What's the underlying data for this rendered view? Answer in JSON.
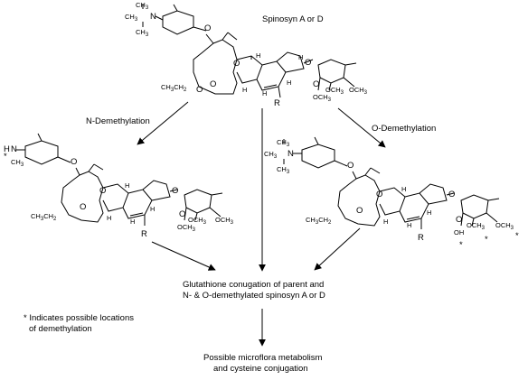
{
  "title": "Spinosyn A or D",
  "steps": {
    "n_demethylation": "N-Demethylation",
    "o_demethylation": "O-Demethylation",
    "glutathione_line1": "Glutathione conugation of parent and",
    "glutathione_line2": "N- & O-demethylated spinosyn A or D",
    "microflora_line1": "Possible microflora metabolism",
    "microflora_line2": "and cysteine conjugation"
  },
  "note": {
    "line1": "* Indicates possible locations",
    "line2": "of demethylation"
  },
  "atoms": {
    "n": "N",
    "ch3": "CH",
    "sub3": "3",
    "ch2": "CH",
    "sub2": "2",
    "o": "O",
    "oh": "OH",
    "h": "H",
    "r": "R",
    "och3": "OCH",
    "star": "*",
    "nh": "H"
  }
}
